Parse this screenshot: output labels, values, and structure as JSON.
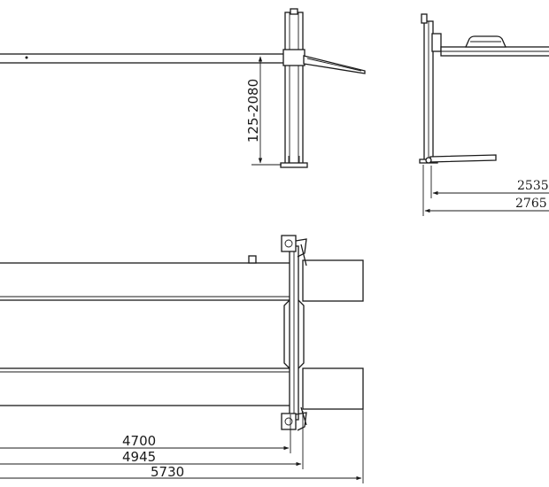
{
  "drawing": {
    "front_view": {
      "lift_height_label": "125-2080"
    },
    "side_view": {
      "dim_inner_label": "2535",
      "dim_outer_label": "2765"
    },
    "plan_view": {
      "dim_1_label": "4700",
      "dim_2_label": "4945",
      "dim_3_label": "5730"
    }
  }
}
